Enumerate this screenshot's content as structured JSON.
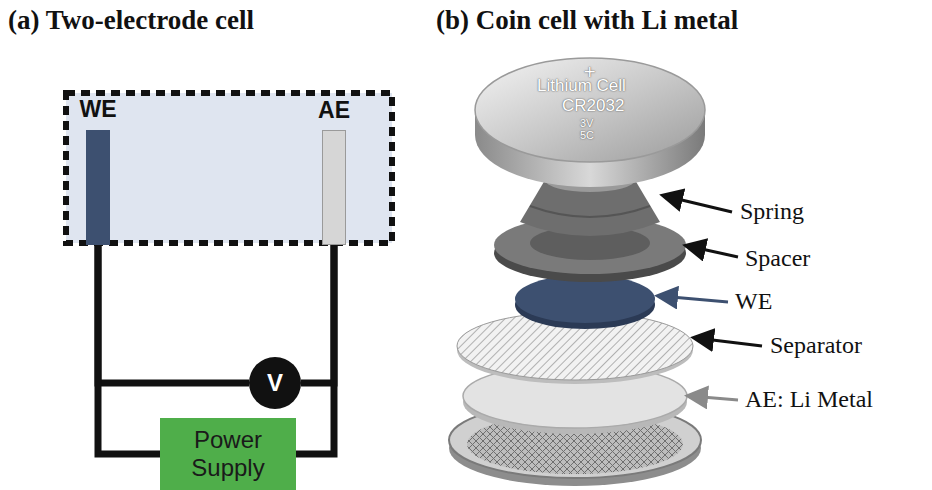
{
  "diagram": {
    "nodes": [
      {
        "text": [
          "WE"
        ]
      },
      {
        "text": [
          "AE"
        ]
      },
      {
        "text": [
          "V"
        ]
      },
      {
        "text": [
          "Power Supply"
        ]
      }
    ],
    "edges": [
      {
        "from": 0,
        "to": 2,
        "arrow": "none"
      },
      {
        "from": 2,
        "to": 1,
        "arrow": "none"
      },
      {
        "from": 0,
        "to": 3,
        "arrow": "none"
      },
      {
        "from": 3,
        "to": 1,
        "arrow": "none"
      }
    ],
    "labels": [
      "(a) Two-electrode cell",
      "(b) Coin cell with Li metal",
      "+",
      "Lithium Cell",
      "CR2032",
      "3V",
      "5C",
      "Spring",
      "Spacer",
      "WE",
      "Separator",
      "AE: Li Metal"
    ]
  }
}
